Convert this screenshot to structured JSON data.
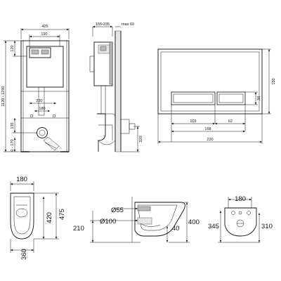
{
  "frame_front": {
    "w_overall": "425",
    "w_inner": "190",
    "h_total": "1120 - 1290",
    "top_offset": "120",
    "w_mid1": "230",
    "w_mid2": "180",
    "h_low": "135",
    "h_floor": "0 - 170"
  },
  "frame_side": {
    "depth": "155-235",
    "max": "max 60",
    "h_drain": "320"
  },
  "panel": {
    "h": "150",
    "btn_h": "30",
    "w_left": "103",
    "w_right": "62",
    "w_buttons": "168",
    "w_total": "220"
  },
  "toilet_top": {
    "w": "180",
    "l_inner": "420",
    "l_total": "475",
    "w_base": "360"
  },
  "toilet_side": {
    "d_outlet": "Ø55",
    "d_pipe": "Ø100",
    "h_outlet": "210",
    "h_inlet": "40",
    "h_total": "400"
  },
  "toilet_back": {
    "w": "180",
    "h_left": "345",
    "h_right": "310"
  }
}
